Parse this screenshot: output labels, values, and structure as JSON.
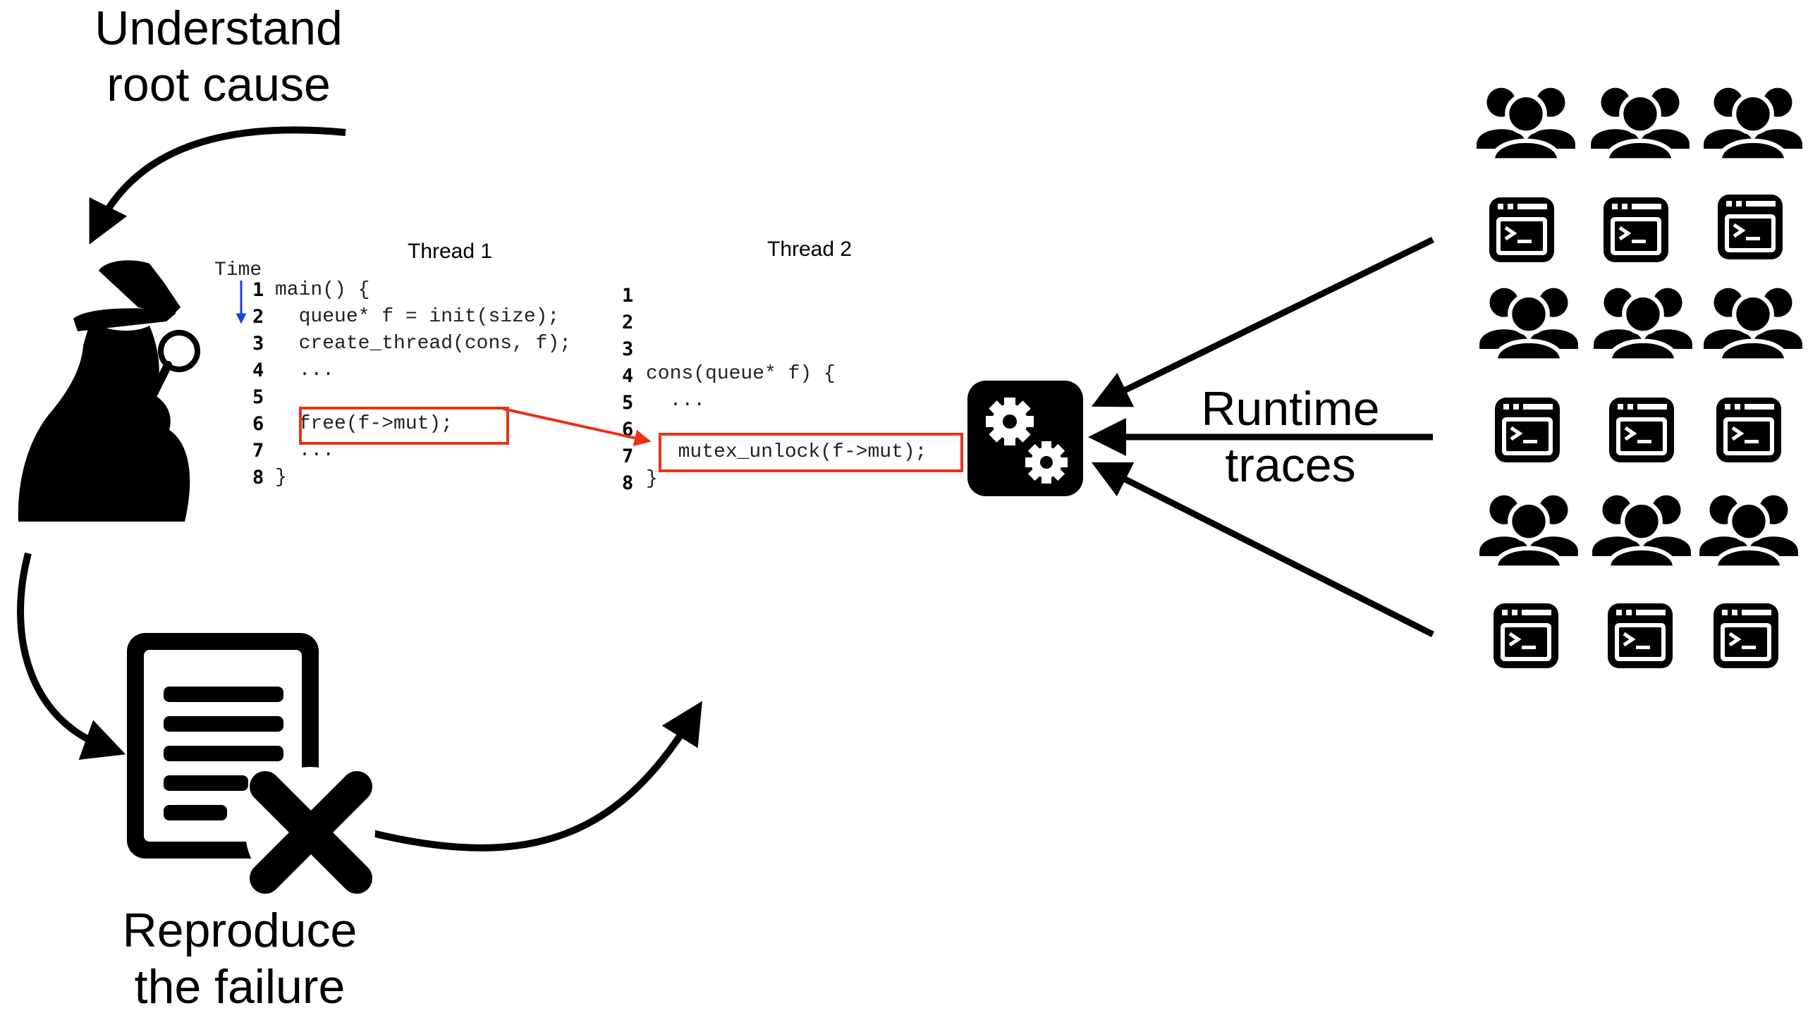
{
  "labels": {
    "understand": [
      "Understand",
      "root cause"
    ],
    "reproduce": [
      "Reproduce",
      "the failure"
    ],
    "runtime": [
      "Runtime",
      "traces"
    ]
  },
  "threads": {
    "thread1_title": "Thread 1",
    "thread2_title": "Thread 2",
    "time_label": "Time",
    "thread1_lines": [
      {
        "n": "1",
        "code": "main() {"
      },
      {
        "n": "2",
        "code": "  queue* f = init(size);"
      },
      {
        "n": "3",
        "code": "  create_thread(cons, f);"
      },
      {
        "n": "4",
        "code": "  ..."
      },
      {
        "n": "5",
        "code": ""
      },
      {
        "n": "6",
        "code": "  free(f->mut);"
      },
      {
        "n": "7",
        "code": "  ..."
      },
      {
        "n": "8",
        "code": "}"
      }
    ],
    "thread2_lines": [
      {
        "n": "1",
        "code": ""
      },
      {
        "n": "2",
        "code": ""
      },
      {
        "n": "3",
        "code": ""
      },
      {
        "n": "4",
        "code": "cons(queue* f) {"
      },
      {
        "n": "5",
        "code": "  ..."
      },
      {
        "n": "6",
        "code": ""
      },
      {
        "n": "7",
        "code": "  mutex_unlock(f->mut);"
      },
      {
        "n": "8",
        "code": "}"
      }
    ]
  },
  "colors": {
    "highlight": "#e8321a",
    "time_arrow": "#1a3fe0",
    "ink": "#000000"
  },
  "icons": {
    "detective": "detective-icon",
    "failed_document": "document-x-icon",
    "gears": "gears-icon",
    "users": "users-group-icon",
    "terminal": "terminal-window-icon"
  }
}
